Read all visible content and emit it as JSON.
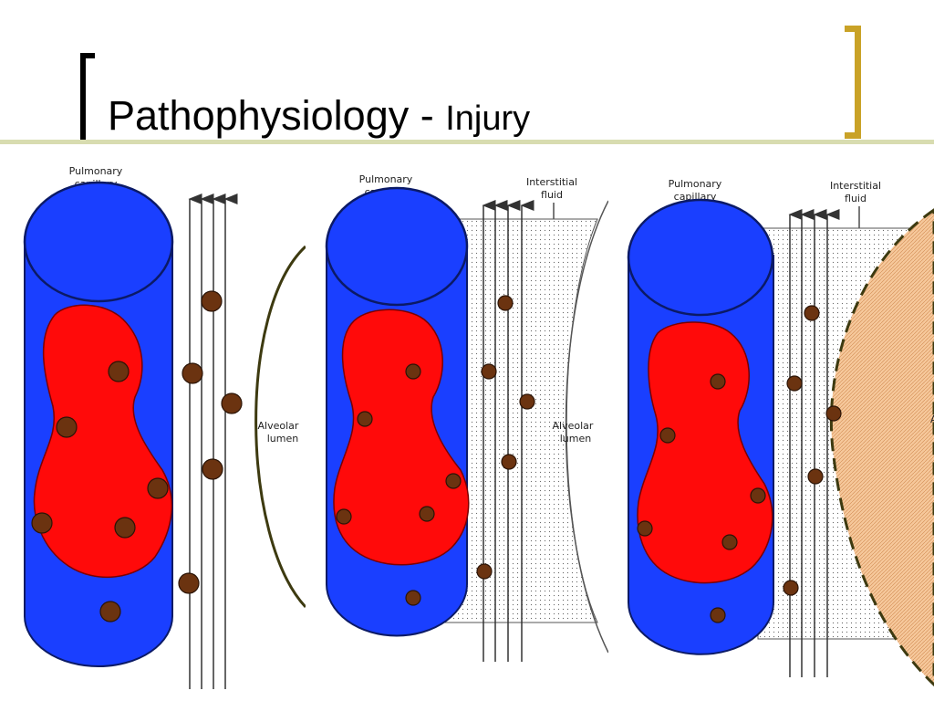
{
  "slide": {
    "title": "Pathophysiology -",
    "subtitle": "Injury"
  },
  "colors": {
    "capillary": "#1a3fff",
    "red_cell": "#ff0a0a",
    "particle": "#6b3310",
    "edema": "#f6c89b",
    "membrane_dark": "#3d3a10"
  },
  "panels": [
    {
      "capillary_label": "Pulmonary\ncapillary",
      "alveolar_label": "Alveolar\nlumen"
    },
    {
      "capillary_label": "Pulmonary\ncapillary",
      "interstitial_label": "Interstitial\nfluid",
      "alveolar_label": "Alveolar\nlumen"
    },
    {
      "capillary_label": "Pulmonary\ncapillary",
      "interstitial_label": "Interstitial\nfluid",
      "alveolar_label": "A"
    }
  ]
}
